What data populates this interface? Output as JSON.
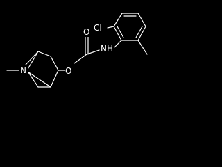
{
  "molecule": {
    "atoms": {
      "Cl": "Cl",
      "NH": "NH",
      "O_carbonyl": "O",
      "O_ester": "O",
      "N_bridge": "N"
    }
  },
  "colors": {
    "background": "#000000",
    "bond": "#ffffff",
    "label": "#ffffff"
  }
}
